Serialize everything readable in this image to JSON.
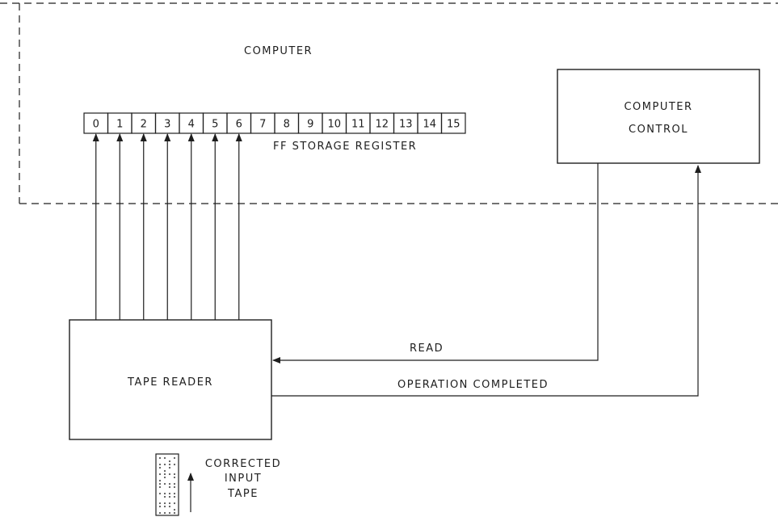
{
  "computer_label": "COMPUTER",
  "register": {
    "cells": [
      "0",
      "1",
      "2",
      "3",
      "4",
      "5",
      "6",
      "7",
      "8",
      "9",
      "10",
      "11",
      "12",
      "13",
      "14",
      "15"
    ],
    "label": "FF STORAGE REGISTER"
  },
  "computer_control": {
    "line1": "COMPUTER",
    "line2": "CONTROL"
  },
  "tape_reader": {
    "label": "TAPE READER"
  },
  "signals": {
    "read": "READ",
    "operation_completed": "OPERATION COMPLETED"
  },
  "tape": {
    "line1": "CORRECTED",
    "line2": "INPUT",
    "line3": "TAPE"
  },
  "colors": {
    "ink": "#1e1e1e",
    "paper": "#ffffff"
  }
}
